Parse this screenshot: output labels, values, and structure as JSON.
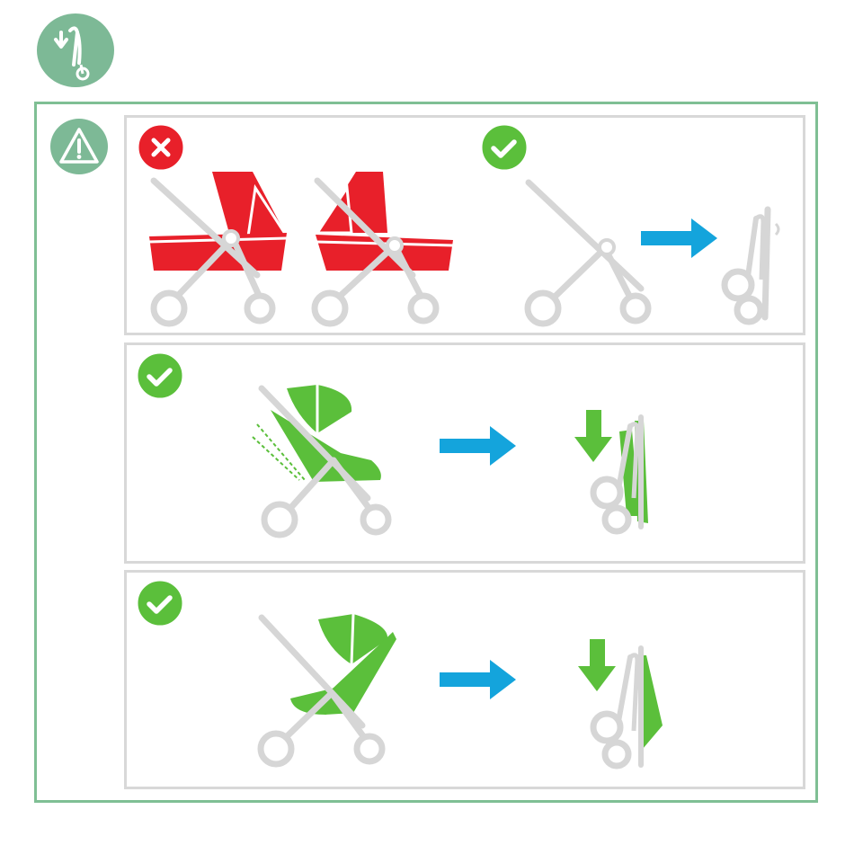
{
  "colors": {
    "accent_green": "#7fbf94",
    "badge_green": "#7db996",
    "ok_green": "#5bbf3b",
    "error_red": "#e8202a",
    "arrow_blue": "#14a4dc",
    "frame_grey": "#d8d8d8",
    "frame_light": "#d6d6d6"
  },
  "icons": {
    "header": "stroller-fold-icon",
    "warning": "warning-triangle-icon",
    "wrong": "cross-icon",
    "right": "check-icon",
    "direction": "arrow-right-icon",
    "press": "arrow-down-icon"
  },
  "panels": [
    {
      "id": "carrycot",
      "status": [
        "incorrect",
        "correct"
      ]
    },
    {
      "id": "seat-reclined",
      "status": [
        "correct"
      ]
    },
    {
      "id": "seat-upright",
      "status": [
        "correct"
      ]
    }
  ]
}
